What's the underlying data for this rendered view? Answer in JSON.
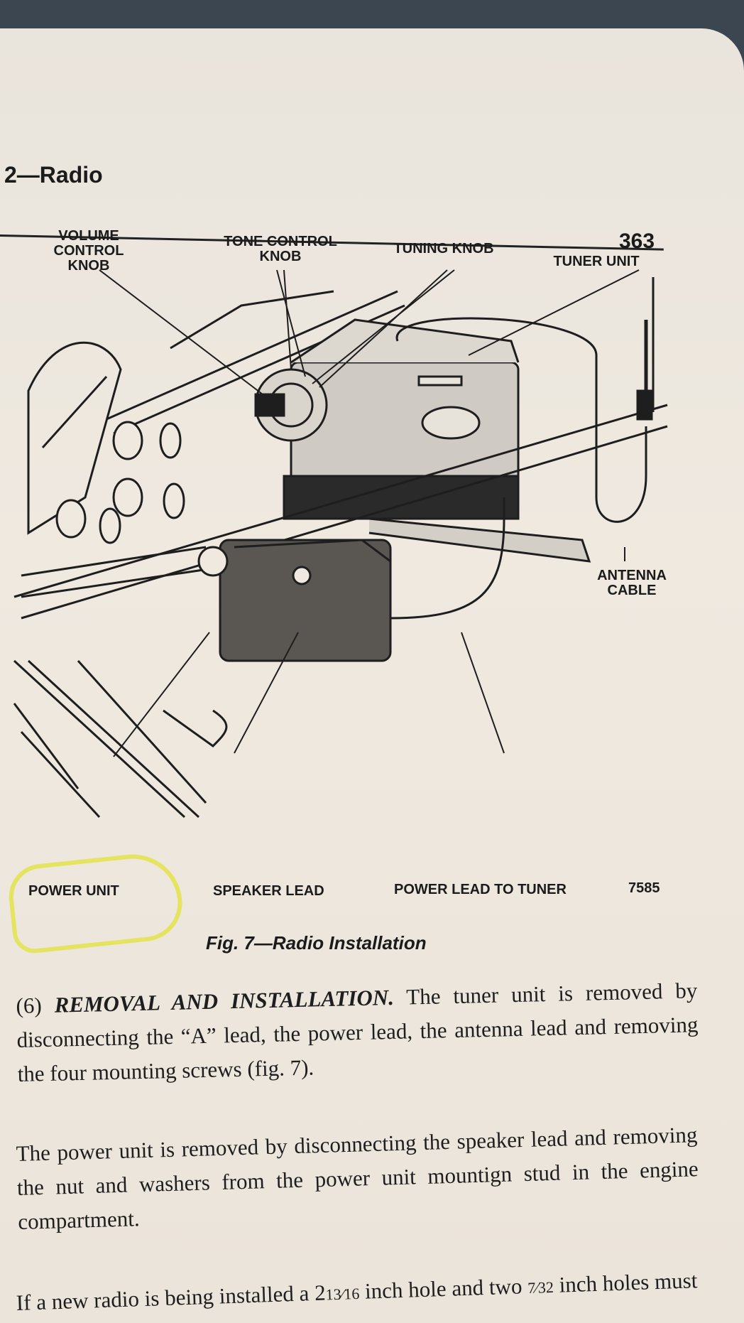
{
  "header": {
    "section": "2—Radio",
    "page_number": "363"
  },
  "figure": {
    "labels": {
      "volume": "VOLUME\nCONTROL\nKNOB",
      "tone": "TONE CONTROL\nKNOB",
      "tuning": "TUNING KNOB",
      "tuner_unit": "TUNER UNIT",
      "antenna": "ANTENNA\nCABLE",
      "power_unit": "POWER UNIT",
      "speaker_lead": "SPEAKER LEAD",
      "power_lead": "POWER LEAD TO TUNER",
      "fig_number": "7585"
    },
    "caption": "Fig. 7—Radio Installation"
  },
  "text": {
    "p1_number": "(6)",
    "p1_heading": "REMOVAL AND INSTALLATION.",
    "p1_body": "The tuner unit is removed by disconnecting the “A” lead, the power lead, the antenna lead and removing the four mounting screws (fig. 7).",
    "p2": "The power unit is removed by disconnecting the speaker lead and removing the nut and washers from the power unit mountign stud in the engine compartment.",
    "p3_start": "If a new radio is being installed a 2",
    "p3_frac1": "13⁄16",
    "p3_mid": " inch hole and two ",
    "p3_frac2": "7⁄32",
    "p3_end": " inch holes must be drilled in the instrument"
  }
}
